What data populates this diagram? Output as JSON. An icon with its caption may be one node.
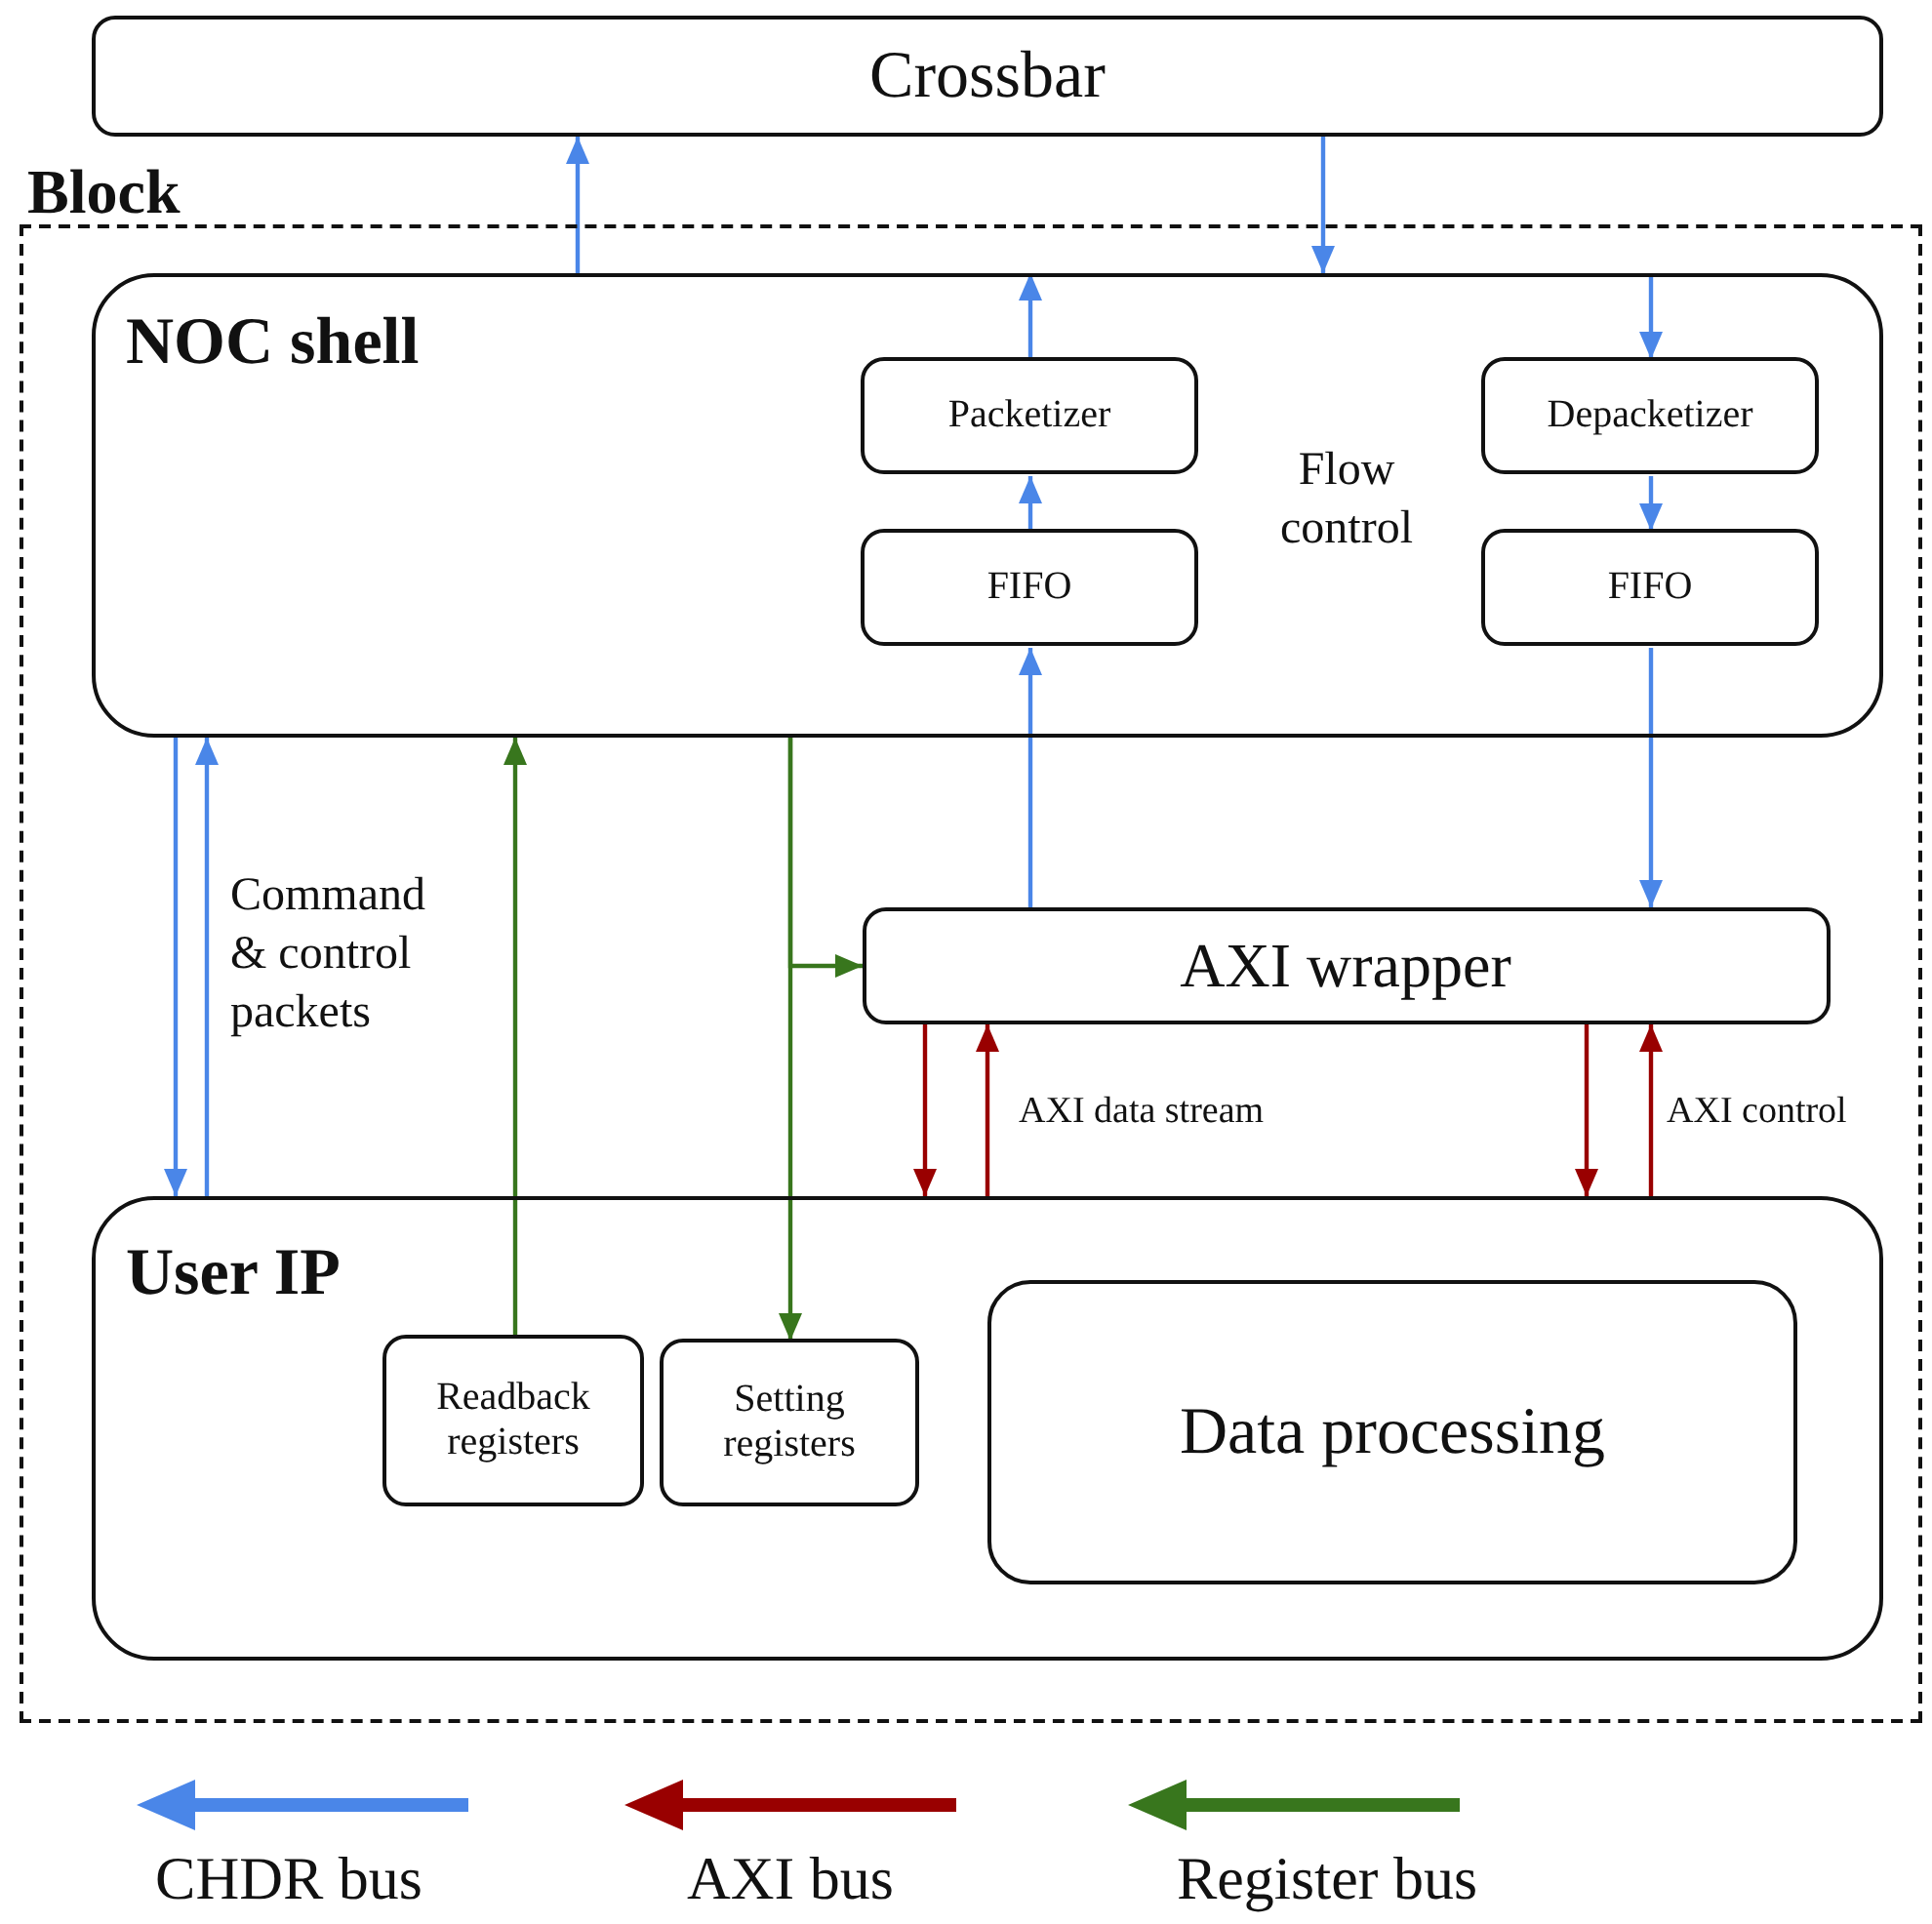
{
  "diagram": {
    "nodes": [
      {
        "text": [
          "Crossbar"
        ]
      },
      {
        "text": [
          "Block"
        ]
      },
      {
        "text": [
          "NOC shell"
        ],
        "in": 1
      },
      {
        "text": [
          "Packetizer"
        ],
        "in": 2
      },
      {
        "text": [
          "FIFO"
        ],
        "in": 2
      },
      {
        "text": [
          "Depacketizer"
        ],
        "in": 2
      },
      {
        "text": [
          "FIFO"
        ],
        "in": 2
      },
      {
        "text": [
          "AXI wrapper"
        ],
        "in": 1
      },
      {
        "text": [
          "User IP"
        ],
        "in": 1
      },
      {
        "text": [
          "Readback registers"
        ],
        "in": 8
      },
      {
        "text": [
          "Setting registers"
        ],
        "in": 8
      },
      {
        "text": [
          "Data processing"
        ],
        "in": 8
      }
    ],
    "edges": [
      {
        "from": 2,
        "to": 0,
        "arrow": "to"
      },
      {
        "from": 0,
        "to": 2,
        "arrow": "to"
      },
      {
        "from": 3,
        "to": 2,
        "arrow": "to"
      },
      {
        "from": 2,
        "to": 5,
        "arrow": "to"
      },
      {
        "from": 4,
        "to": 3,
        "arrow": "to"
      },
      {
        "from": 5,
        "to": 6,
        "arrow": "to"
      },
      {
        "from": 7,
        "to": 4,
        "arrow": "to"
      },
      {
        "from": 6,
        "to": 7,
        "arrow": "to"
      },
      {
        "from": 2,
        "to": 8,
        "arrow": "to"
      },
      {
        "from": 8,
        "to": 2,
        "arrow": "to"
      },
      {
        "from": 9,
        "to": 2,
        "arrow": "to",
        "color": "#38761d"
      },
      {
        "from": 2,
        "to": 10,
        "arrow": "to",
        "color": "#38761d"
      },
      {
        "from": 2,
        "to": 7,
        "arrow": "to",
        "color": "#38761d"
      },
      {
        "from": 7,
        "to": 8,
        "arrow": "to",
        "color": "#990000"
      },
      {
        "from": 8,
        "to": 7,
        "arrow": "to",
        "color": "#990000"
      },
      {
        "from": 7,
        "to": 8,
        "arrow": "to",
        "color": "#990000"
      },
      {
        "from": 8,
        "to": 7,
        "arrow": "to",
        "color": "#990000"
      }
    ],
    "labels": [
      "Flow control",
      "Command & control packets",
      "AXI data stream",
      "AXI control"
    ],
    "legend": [
      {
        "text": "CHDR bus",
        "color": "#4a86e8"
      },
      {
        "text": "AXI bus",
        "color": "#990000"
      },
      {
        "text": "Register bus",
        "color": "#38761d"
      }
    ]
  }
}
